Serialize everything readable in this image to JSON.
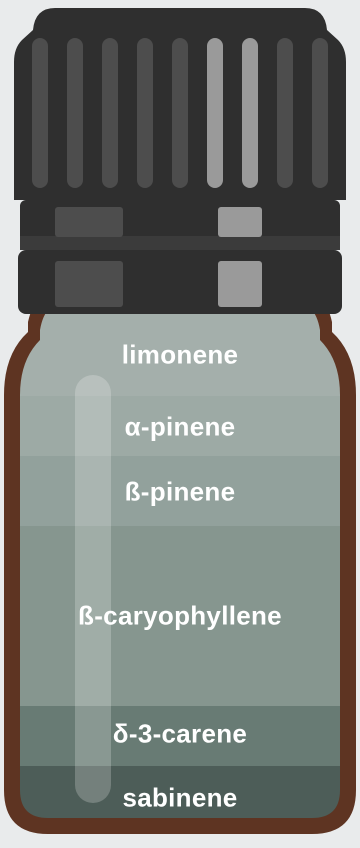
{
  "colors": {
    "background": "#e9ebec",
    "glass": "#5e3422",
    "cap_dark": "#2f2f2f",
    "cap_mid": "#3b3b3b",
    "rib": "#4d4d4d",
    "rib_light": "#9a9a9a",
    "label_text": "#ffffff"
  },
  "layers": [
    {
      "name": "limonene",
      "color": "#a4afab"
    },
    {
      "name": "α-pinene",
      "color": "#9daaa5"
    },
    {
      "name": "ß-pinene",
      "color": "#92a19c"
    },
    {
      "name": "ß-caryophyllene",
      "color": "#86968f"
    },
    {
      "name": "δ-3-carene",
      "color": "#687b74"
    },
    {
      "name": "sabinene",
      "color": "#4d5d58"
    }
  ]
}
